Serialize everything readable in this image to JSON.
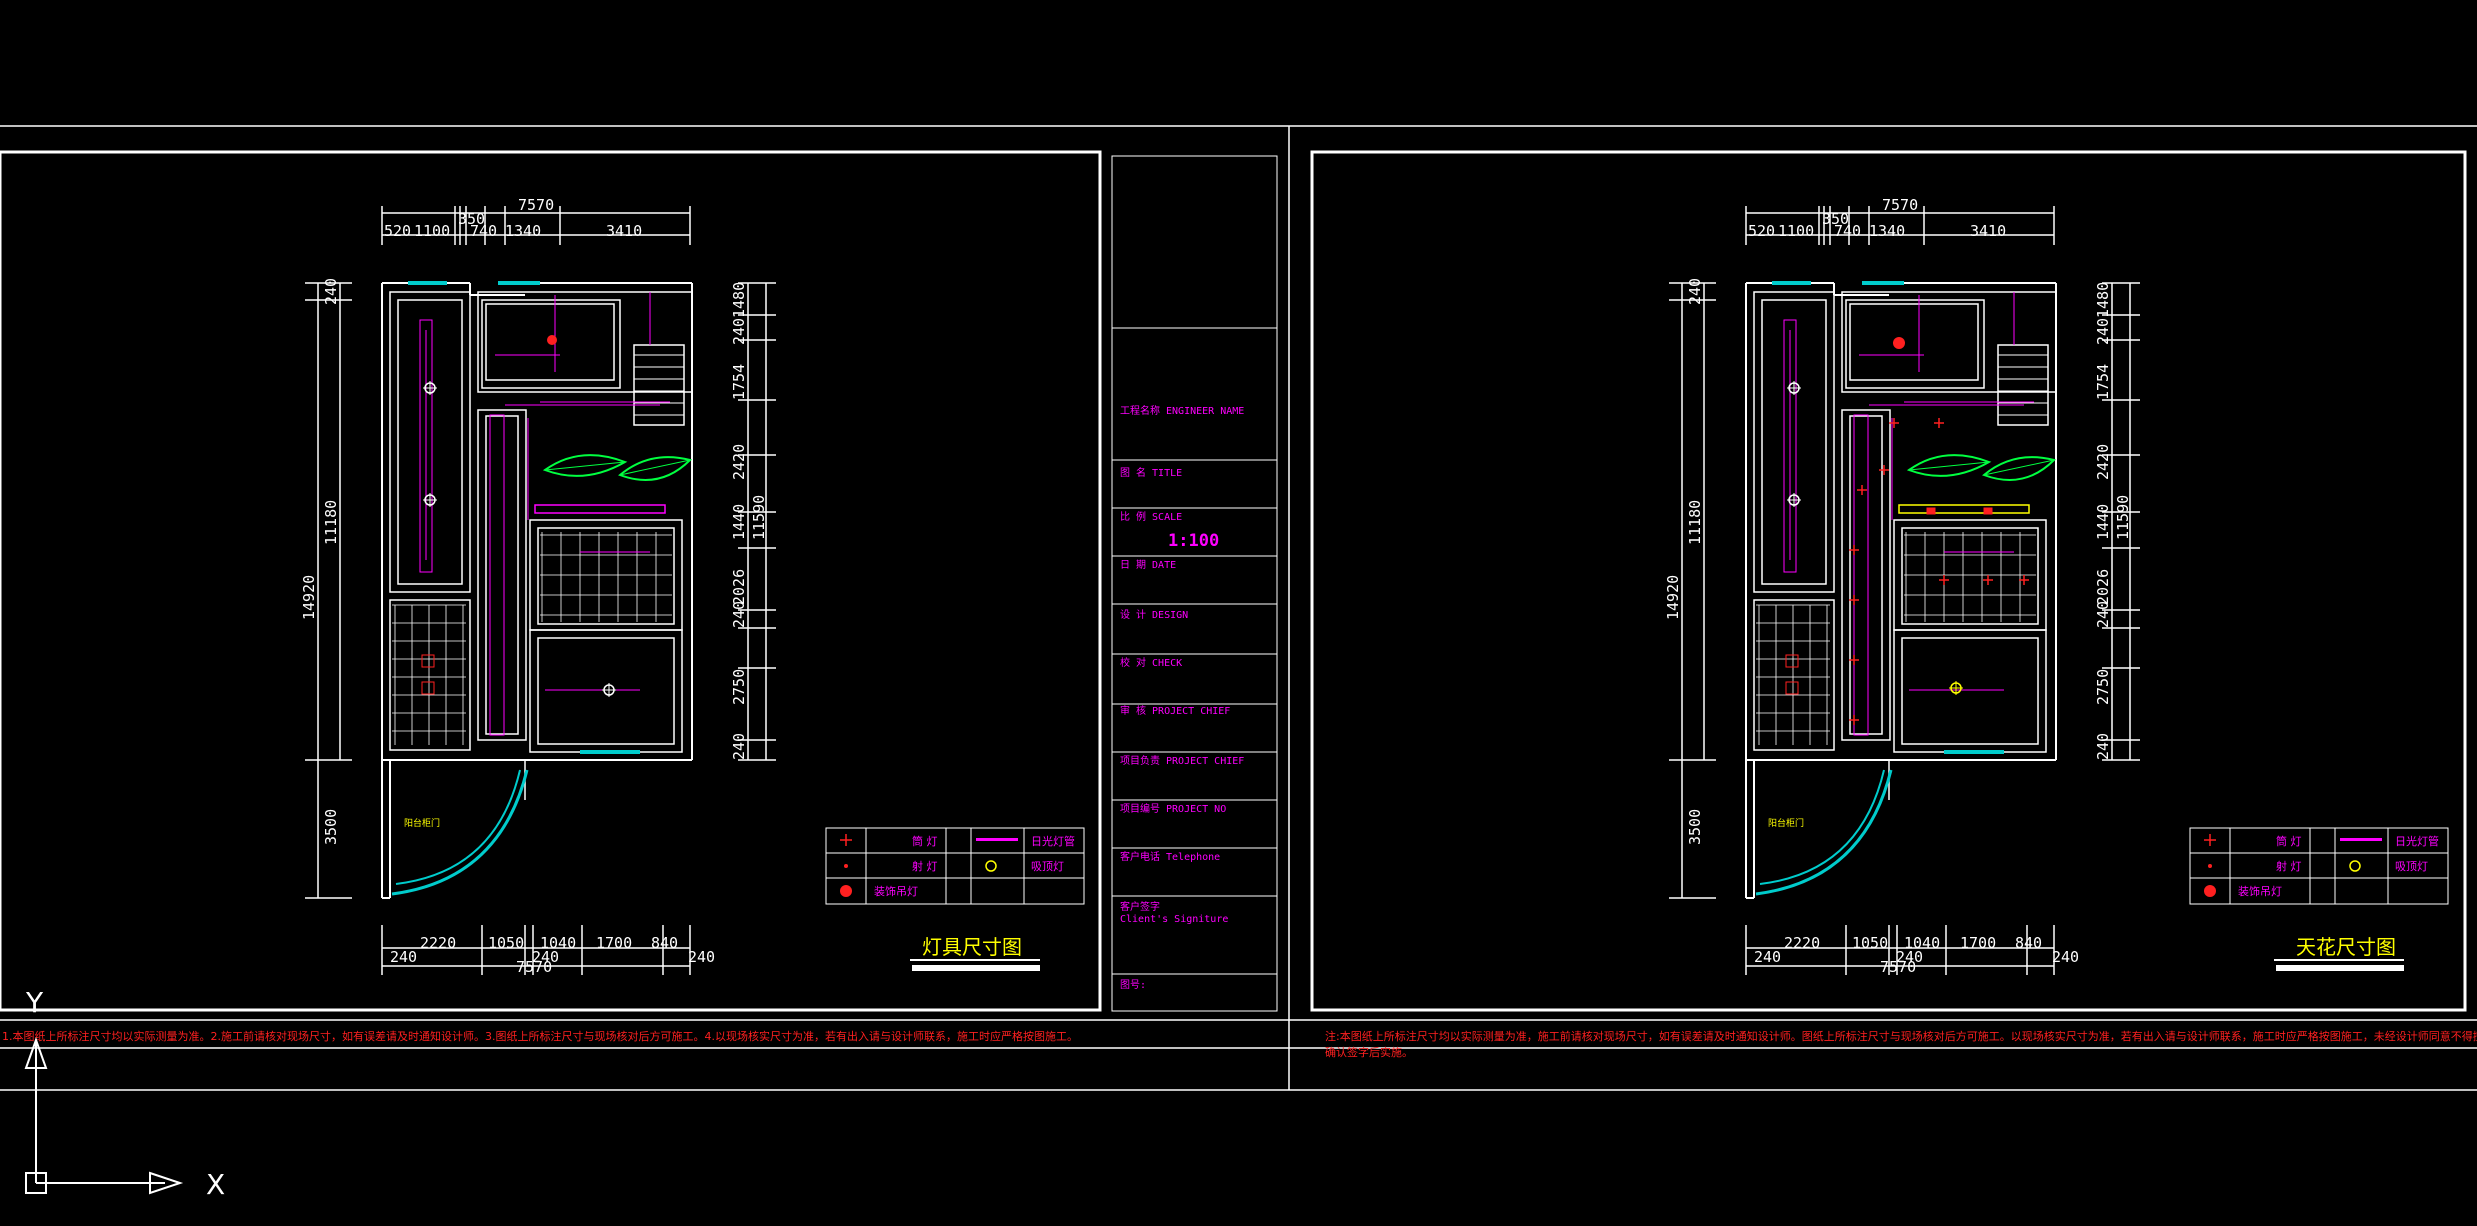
{
  "colors": {
    "background": "#000000",
    "line": "#ffffff",
    "magenta": "#ff00ff",
    "red": "#ff2020",
    "cyan": "#00cccc",
    "yellow": "#ffff00",
    "green": "#00ff40"
  },
  "drawing_left": {
    "title": "灯具尺寸图",
    "dims_top": {
      "overall": "7570",
      "first": "350",
      "segments": [
        "520",
        "1100",
        "740",
        "1340",
        "3410"
      ]
    },
    "dims_bottom": {
      "segments": [
        "2220",
        "1050",
        "1040",
        "1700",
        "840"
      ],
      "offsets": [
        "240",
        "240",
        "240"
      ],
      "overall": "7570"
    },
    "dims_left": {
      "overall": "14920",
      "inner": "11180",
      "top": "240",
      "bottom": "3500"
    },
    "dims_right": {
      "segments": [
        "1480",
        "240",
        "1754",
        "2420",
        "1440",
        "2026",
        "240",
        "2750",
        "240"
      ],
      "overall": "11590"
    }
  },
  "drawing_right": {
    "title": "天花尺寸图",
    "dims_top": {
      "overall": "7570",
      "first": "350",
      "segments": [
        "520",
        "1100",
        "740",
        "1340",
        "3410"
      ]
    },
    "dims_bottom": {
      "segments": [
        "2220",
        "1050",
        "1040",
        "1700",
        "840"
      ],
      "offsets": [
        "240",
        "240",
        "240"
      ],
      "overall": "7570"
    },
    "dims_left": {
      "overall": "14920",
      "inner": "11180",
      "top": "240",
      "bottom": "3500"
    },
    "dims_right": {
      "segments": [
        "1480",
        "240",
        "1754",
        "2420",
        "1440",
        "2026",
        "240",
        "2750",
        "240"
      ],
      "overall": "11590"
    }
  },
  "title_block": {
    "rows": [
      "工程名称  ENGINEER NAME",
      "图  名  TITLE",
      "比  例  SCALE",
      "日  期  DATE",
      "设  计  DESIGN",
      "校  对  CHECK",
      "审  核  PROJECT CHIEF",
      "项目负责  PROJECT CHIEF",
      "项目编号  PROJECT NO",
      "客户电话  Telephone",
      "客户签字",
      "Client's Signiture",
      "图号:"
    ],
    "scale_value": "1:100"
  },
  "legend": {
    "items": [
      "筒  灯",
      "射  灯",
      "装饰吊灯",
      "日光灯管",
      "吸顶灯"
    ]
  },
  "notes": {
    "left": "1.本图纸上所标注尺寸均以实际测量为准。2.施工前请核对现场尺寸，如有误差请及时通知设计师。3.图纸上所标注尺寸与现场核对后方可施工。4.以现场核实尺寸为准，若有出入请与设计师联系，施工时应严格按图施工。",
    "right": "注:本图纸上所标注尺寸均以实际测量为准，施工前请核对现场尺寸，如有误差请及时通知设计师。图纸上所标注尺寸与现场核对后方可施工。以现场核实尺寸为准，若有出入请与设计师联系，施工时应严格按图施工，未经设计师同意不得擅自更改。",
    "right_line2": "确认签字后实施。"
  },
  "small_labels": {
    "balcony": "阳台柜门"
  },
  "ucs": {
    "x": "X",
    "y": "Y"
  }
}
